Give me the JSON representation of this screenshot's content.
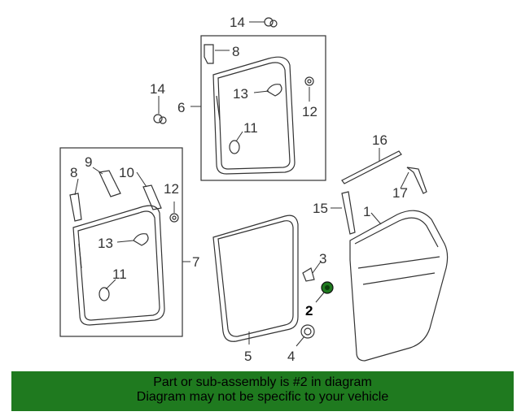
{
  "callouts": {
    "c14_top": "14",
    "c8_right": "8",
    "c14_left": "14",
    "c6": "6",
    "c13_right": "13",
    "c12_right": "12",
    "c11_right": "11",
    "c16": "16",
    "c9": "9",
    "c8_left": "8",
    "c10": "10",
    "c12_left": "12",
    "c17": "17",
    "c15": "15",
    "c1": "1",
    "c13_left": "13",
    "c7": "7",
    "c3": "3",
    "c11_left": "11",
    "c2": "2",
    "c5": "5",
    "c4": "4"
  },
  "footer": {
    "line1": "Part or sub-assembly is #2 in diagram",
    "line2": "Diagram may not be specific to your vehicle"
  },
  "colors": {
    "banner": "#1f7a1f",
    "line": "#333333"
  }
}
